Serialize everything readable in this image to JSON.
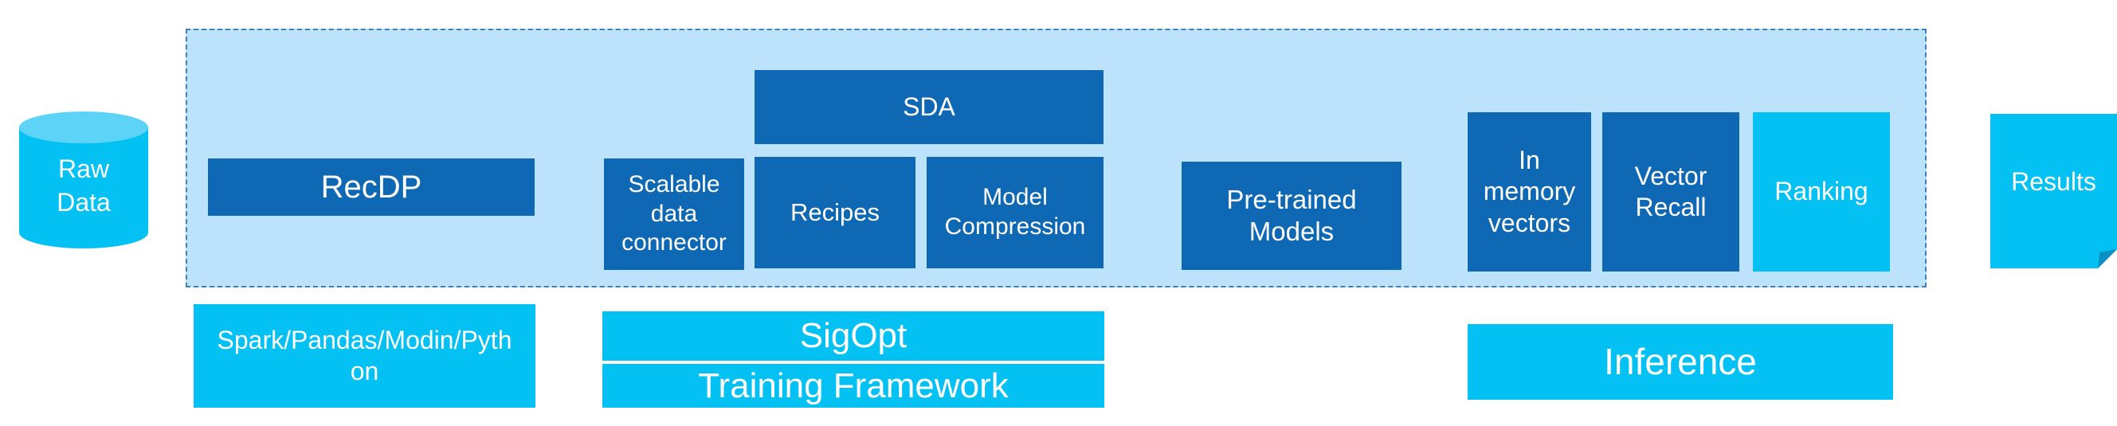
{
  "raw_data": {
    "line1": "Raw",
    "line2": "Data"
  },
  "results": "Results",
  "recdp": "RecDP",
  "sda": "SDA",
  "scalable_data_connector": {
    "line1": "Scalable",
    "line2": "data",
    "line3": "connector"
  },
  "recipes": "Recipes",
  "model_compression": {
    "line1": "Model",
    "line2": "Compression"
  },
  "pretrained_models": {
    "line1": "Pre-trained",
    "line2": "Models"
  },
  "in_memory_vectors": {
    "line1": "In",
    "line2": "memory",
    "line3": "vectors"
  },
  "vector_recall": {
    "line1": "Vector",
    "line2": "Recall"
  },
  "ranking": "Ranking",
  "spark_pandas": {
    "line1": "Spark/Pandas/Modin/Pyth",
    "line2": "on"
  },
  "sigopt": "SigOpt",
  "training_framework": "Training Framework",
  "inference": "Inference",
  "colors": {
    "dark_block": "#0f68b3",
    "light_block": "#04c1f3",
    "frame_fill": "#bde2fb",
    "frame_border": "#3f80bf",
    "cylinder_top": "#5ed3f8"
  }
}
